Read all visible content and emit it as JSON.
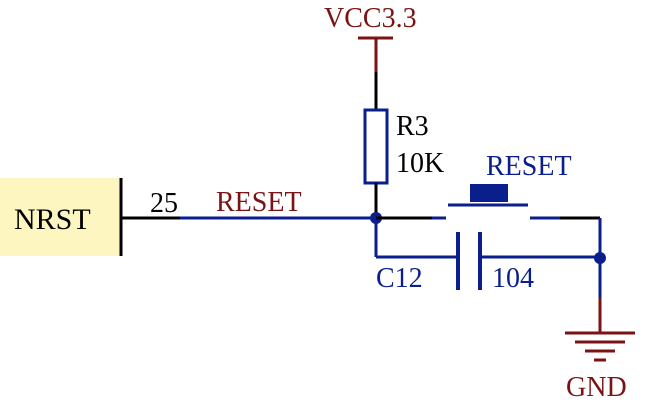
{
  "schematic": {
    "power_label": "VCC3.3",
    "ground_label": "GND",
    "port": {
      "label": "NRST"
    },
    "pin_number": "25",
    "net_label": "RESET",
    "resistor": {
      "designator": "R3",
      "value": "10K"
    },
    "switch": {
      "label": "RESET"
    },
    "capacitor": {
      "designator": "C12",
      "value": "104"
    }
  },
  "colors": {
    "wire": "#0b1f8c",
    "power": "#7a1414",
    "port_fill": "#fdf6c0",
    "black": "#000000"
  }
}
